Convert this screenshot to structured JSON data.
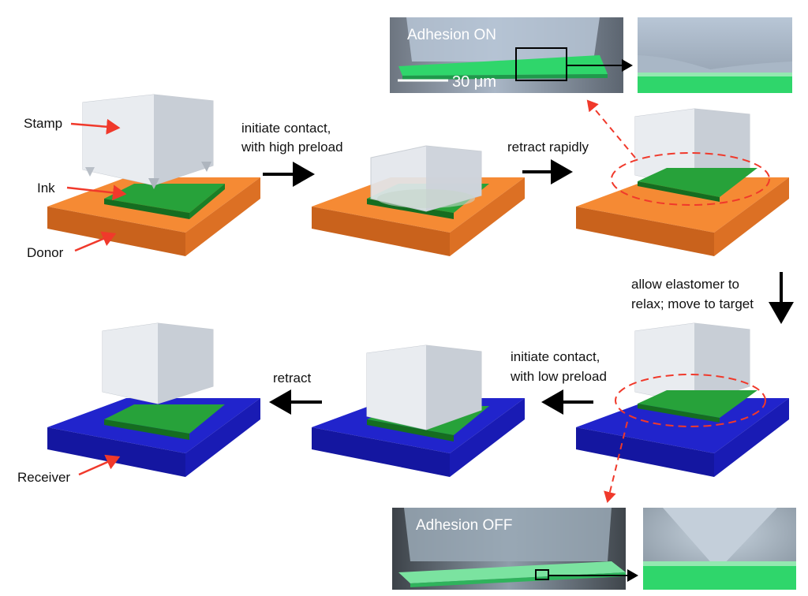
{
  "labels": {
    "stamp": "Stamp",
    "ink": "Ink",
    "donor": "Donor",
    "receiver": "Receiver"
  },
  "steps": {
    "contact_high_line1": "initiate contact,",
    "contact_high_line2": "with high preload",
    "retract_rapidly": "retract rapidly",
    "relax_line1": "allow elastomer to",
    "relax_line2": "relax; move to target",
    "contact_low_line1": "initiate contact,",
    "contact_low_line2": "with low preload",
    "retract": "retract"
  },
  "sem": {
    "adhesion_on": "Adhesion ON",
    "adhesion_off": "Adhesion OFF",
    "scale_bar": "30 μm"
  },
  "colors": {
    "donor": "#f07f2c",
    "receiver": "#1c1fc4",
    "ink": "#1e8f2a",
    "stamp": "#d9dde3",
    "pointer_arrow": "#f0392b",
    "flow_arrow": "#000000",
    "sem_green": "#2fd66b"
  }
}
